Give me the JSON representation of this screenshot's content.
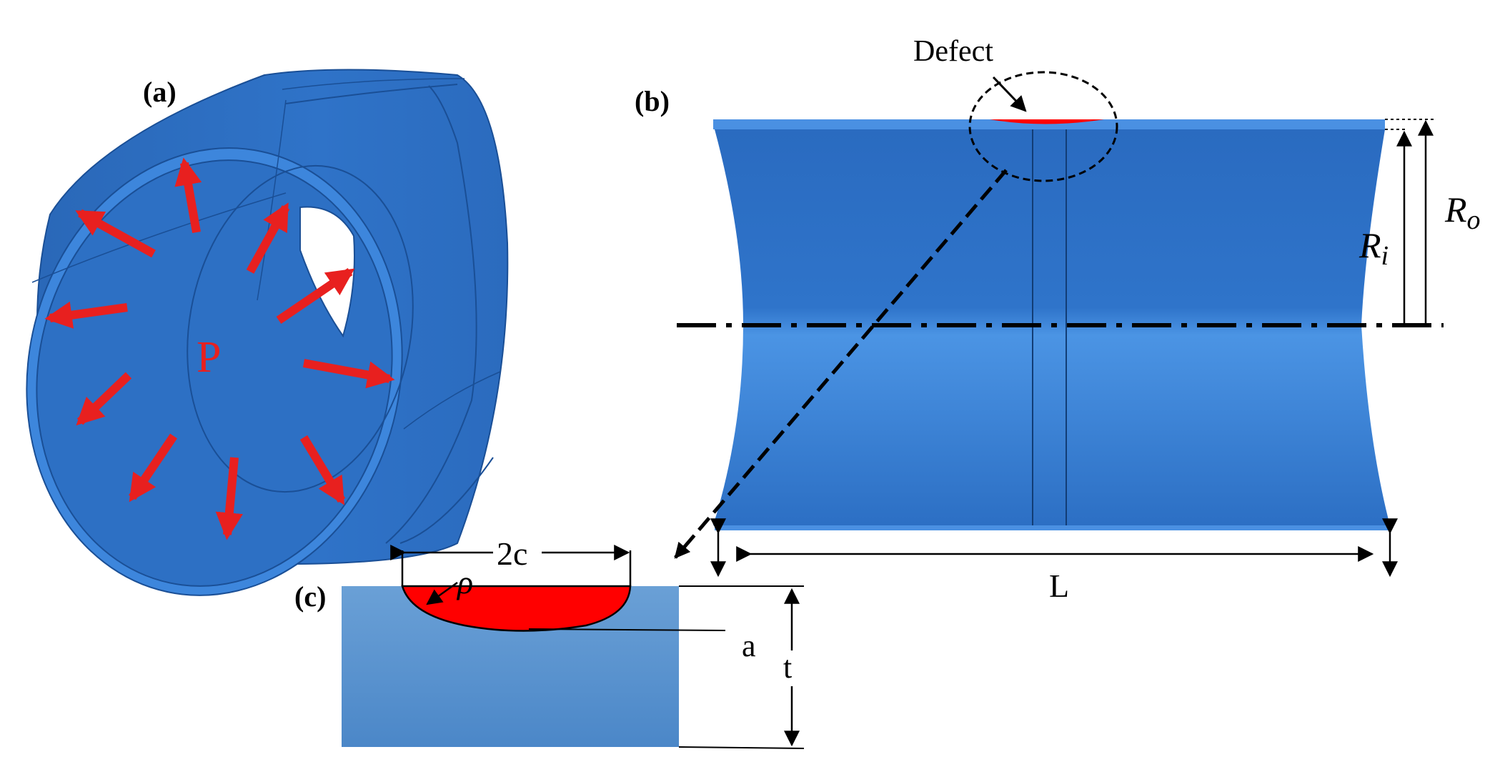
{
  "panels": {
    "a": {
      "label": "(a)",
      "pressure_label": "P"
    },
    "b": {
      "label": "(b)",
      "defect_label": "Defect",
      "ro_main": "R",
      "ro_sub": "o",
      "ri_main": "R",
      "ri_sub": "i",
      "length_label": "L"
    },
    "c": {
      "label": "(c)",
      "width_label": "2c",
      "radius_label": "ρ",
      "depth_label": "a",
      "thickness_label": "t"
    }
  },
  "colors": {
    "pipe_blue": "#2f73c8",
    "pipe_dark": "#1f5aa8",
    "pipe_light": "#4a90e2",
    "defect_red": "#ff0000",
    "arrow_red": "#e8201f",
    "section_blue": "#5b93cf"
  }
}
